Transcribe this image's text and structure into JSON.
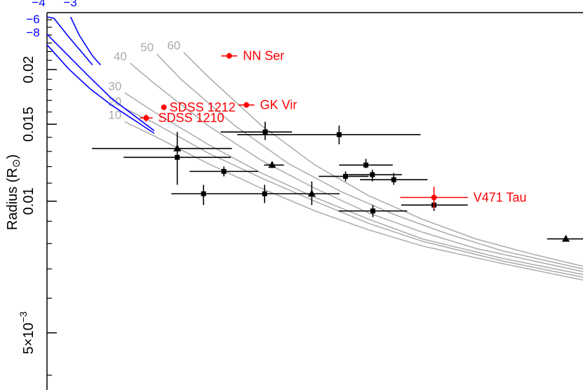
{
  "chart_data": {
    "type": "scatter",
    "title": "",
    "xlabel": "",
    "ylabel": "Radius (R",
    "ylabel_symbol": "⊙",
    "ylabel_suffix": ")",
    "y_scale": "log",
    "y_ticks": [
      {
        "value": 0.02,
        "label": "0.02"
      },
      {
        "value": 0.015,
        "label": "0.015"
      },
      {
        "value": 0.01,
        "label": "0.01"
      },
      {
        "value": 0.005,
        "label_main": "5×10",
        "label_sup": "−3"
      }
    ],
    "ylim": [
      0.0037,
      0.027
    ],
    "xlim": [
      0.0,
      1.0
    ],
    "colors": {
      "blue": "#0000ff",
      "grey": "#aaaaaa",
      "red": "#ff0000",
      "black": "#000000"
    },
    "blue_curves": [
      {
        "label": "−4",
        "points": [
          [
            0.0,
            0.0264
          ],
          [
            0.013,
            0.0262
          ],
          [
            0.04,
            0.0238
          ],
          [
            0.085,
            0.0205
          ]
        ]
      },
      {
        "label": "−3",
        "points": [
          [
            0.044,
            0.0264
          ],
          [
            0.06,
            0.024
          ],
          [
            0.085,
            0.0215
          ],
          [
            0.1,
            0.0205
          ]
        ]
      },
      {
        "label": "−6",
        "points": [
          [
            0.0,
            0.0241
          ],
          [
            0.04,
            0.0215
          ],
          [
            0.08,
            0.0192
          ],
          [
            0.12,
            0.0172
          ],
          [
            0.2,
            0.0145
          ]
        ]
      },
      {
        "label": "−8",
        "points": [
          [
            0.0,
            0.0228
          ],
          [
            0.04,
            0.0201
          ],
          [
            0.08,
            0.0181
          ],
          [
            0.12,
            0.0166
          ],
          [
            0.2,
            0.0143
          ]
        ]
      }
    ],
    "grey_curves": [
      {
        "label": "60",
        "points": [
          [
            0.255,
            0.0219
          ],
          [
            0.3,
            0.0193
          ],
          [
            0.4,
            0.0149
          ],
          [
            0.5,
            0.0121
          ],
          [
            0.6,
            0.0103
          ],
          [
            0.7,
            0.0091
          ],
          [
            0.8,
            0.0082
          ],
          [
            0.9,
            0.0076
          ],
          [
            1.0,
            0.0071
          ]
        ]
      },
      {
        "label": "50",
        "points": [
          [
            0.205,
            0.0217
          ],
          [
            0.25,
            0.019
          ],
          [
            0.35,
            0.0149
          ],
          [
            0.45,
            0.0122
          ],
          [
            0.55,
            0.0105
          ],
          [
            0.65,
            0.0093
          ],
          [
            0.75,
            0.0084
          ],
          [
            0.85,
            0.0077
          ],
          [
            1.0,
            0.007
          ]
        ]
      },
      {
        "label": "40",
        "points": [
          [
            0.155,
            0.0207
          ],
          [
            0.2,
            0.0186
          ],
          [
            0.3,
            0.0149
          ],
          [
            0.4,
            0.0124
          ],
          [
            0.5,
            0.0107
          ],
          [
            0.6,
            0.0094
          ],
          [
            0.7,
            0.0085
          ],
          [
            0.8,
            0.0078
          ],
          [
            1.0,
            0.0069
          ]
        ]
      },
      {
        "label": "30",
        "points": [
          [
            0.145,
            0.0177
          ],
          [
            0.2,
            0.016
          ],
          [
            0.3,
            0.0135
          ],
          [
            0.4,
            0.0116
          ],
          [
            0.5,
            0.0102
          ],
          [
            0.6,
            0.0091
          ],
          [
            0.7,
            0.0082
          ],
          [
            0.85,
            0.0074
          ],
          [
            1.0,
            0.0068
          ]
        ]
      },
      {
        "label": "20",
        "points": [
          [
            0.145,
            0.0163
          ],
          [
            0.2,
            0.0151
          ],
          [
            0.3,
            0.0129
          ],
          [
            0.4,
            0.0113
          ],
          [
            0.5,
            0.01
          ],
          [
            0.6,
            0.0089
          ],
          [
            0.7,
            0.0081
          ],
          [
            0.85,
            0.0073
          ],
          [
            1.0,
            0.0067
          ]
        ]
      },
      {
        "label": "10",
        "points": [
          [
            0.145,
            0.0152
          ],
          [
            0.2,
            0.0141
          ],
          [
            0.3,
            0.0122
          ],
          [
            0.4,
            0.0107
          ],
          [
            0.5,
            0.0095
          ],
          [
            0.6,
            0.0086
          ],
          [
            0.7,
            0.0079
          ],
          [
            0.85,
            0.0072
          ],
          [
            1.0,
            0.0066
          ]
        ]
      }
    ],
    "black_points": [
      {
        "x": 0.407,
        "y": 0.0144,
        "xerr": [
          0.083,
          0.05
        ],
        "yerr": [
          0.0006,
          0.0008
        ],
        "marker": "square"
      },
      {
        "x": 0.545,
        "y": 0.0142,
        "xerr": [
          0.19,
          0.152
        ],
        "yerr": [
          0.0007,
          0.0007
        ],
        "marker": "square"
      },
      {
        "x": 0.243,
        "y": 0.0132,
        "xerr": [
          0.159,
          0.102
        ],
        "yerr": [
          0.0,
          0.0
        ],
        "marker": "triangle"
      },
      {
        "x": 0.243,
        "y": 0.0126,
        "xerr": [
          0.1,
          0.1
        ],
        "yerr": [
          0.0017,
          0.0018
        ],
        "marker": "square"
      },
      {
        "x": 0.42,
        "y": 0.0121,
        "xerr": [
          0.015,
          0.022
        ],
        "yerr": [
          0.0002,
          0.0002
        ],
        "marker": "triangle"
      },
      {
        "x": 0.33,
        "y": 0.0117,
        "xerr": [
          0.064,
          0.064
        ],
        "yerr": [
          0.0003,
          0.0003
        ],
        "marker": "square"
      },
      {
        "x": 0.595,
        "y": 0.0121,
        "xerr": [
          0.05,
          0.05
        ],
        "yerr": [
          0.0002,
          0.0004
        ],
        "marker": "square"
      },
      {
        "x": 0.557,
        "y": 0.0114,
        "xerr": [
          0.05,
          0.043
        ],
        "yerr": [
          0.0003,
          0.0003
        ],
        "marker": "square"
      },
      {
        "x": 0.607,
        "y": 0.0115,
        "xerr": [
          0.045,
          0.055
        ],
        "yerr": [
          0.0004,
          0.0003
        ],
        "marker": "square"
      },
      {
        "x": 0.647,
        "y": 0.0112,
        "xerr": [
          0.063,
          0.063
        ],
        "yerr": [
          0.0003,
          0.0004
        ],
        "marker": "square"
      },
      {
        "x": 0.292,
        "y": 0.0104,
        "xerr": [
          0.06,
          0.045
        ],
        "yerr": [
          0.0006,
          0.0005
        ],
        "marker": "square"
      },
      {
        "x": 0.406,
        "y": 0.0104,
        "xerr": [
          0.076,
          0.06
        ],
        "yerr": [
          0.0005,
          0.0005
        ],
        "marker": "square"
      },
      {
        "x": 0.494,
        "y": 0.0104,
        "xerr": [
          0.064,
          0.052
        ],
        "yerr": [
          0.0006,
          0.0007
        ],
        "marker": "triangle"
      },
      {
        "x": 0.608,
        "y": 0.0095,
        "xerr": [
          0.064,
          0.064
        ],
        "yerr": [
          0.0003,
          0.0003
        ],
        "marker": "square"
      },
      {
        "x": 0.722,
        "y": 0.0098,
        "xerr": [
          0.061,
          0.063
        ],
        "yerr": [
          0.0003,
          0.0003
        ],
        "marker": "square"
      },
      {
        "x": 0.968,
        "y": 0.0082,
        "xerr": [
          0.035,
          0.04
        ],
        "yerr": [
          0.0001,
          0.0001
        ],
        "marker": "triangle"
      }
    ],
    "red_points": [
      {
        "label": "NN Ser",
        "x": 0.34,
        "y": 0.0215,
        "xerr": [
          0.015,
          0.015
        ],
        "yerr": [
          0.0,
          0.0
        ]
      },
      {
        "label": "GK Vir",
        "x": 0.372,
        "y": 0.0166,
        "xerr": [
          0.015,
          0.015
        ],
        "yerr": [
          0.0002,
          0.0002
        ]
      },
      {
        "label": "SDSS 1212",
        "x": 0.218,
        "y": 0.0164,
        "xerr": [
          0.0,
          0.0
        ],
        "yerr": [
          0.0002,
          0.0002
        ]
      },
      {
        "label": "SDSS 1210",
        "x": 0.185,
        "y": 0.0155,
        "xerr": [
          0.012,
          0.012
        ],
        "yerr": [
          0.0003,
          0.0003
        ]
      },
      {
        "label": "V471 Tau",
        "x": 0.722,
        "y": 0.0102,
        "xerr": [
          0.063,
          0.063
        ],
        "yerr": [
          0.0006,
          0.0006
        ]
      }
    ]
  }
}
